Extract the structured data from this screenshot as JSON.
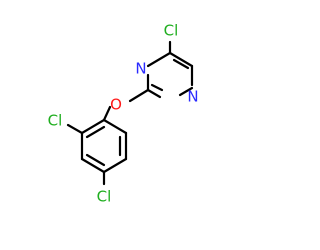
{
  "molecule": {
    "colors": {
      "bond": "#000000",
      "chlorine": "#1fae1f",
      "nitrogen": "#2a2aff",
      "oxygen": "#ff1a1a"
    },
    "atoms": {
      "cl_top": "Cl",
      "n_upper": "N",
      "n_lower": "N",
      "o_ether": "O",
      "cl_mid": "Cl",
      "cl_bottom": "Cl"
    }
  }
}
